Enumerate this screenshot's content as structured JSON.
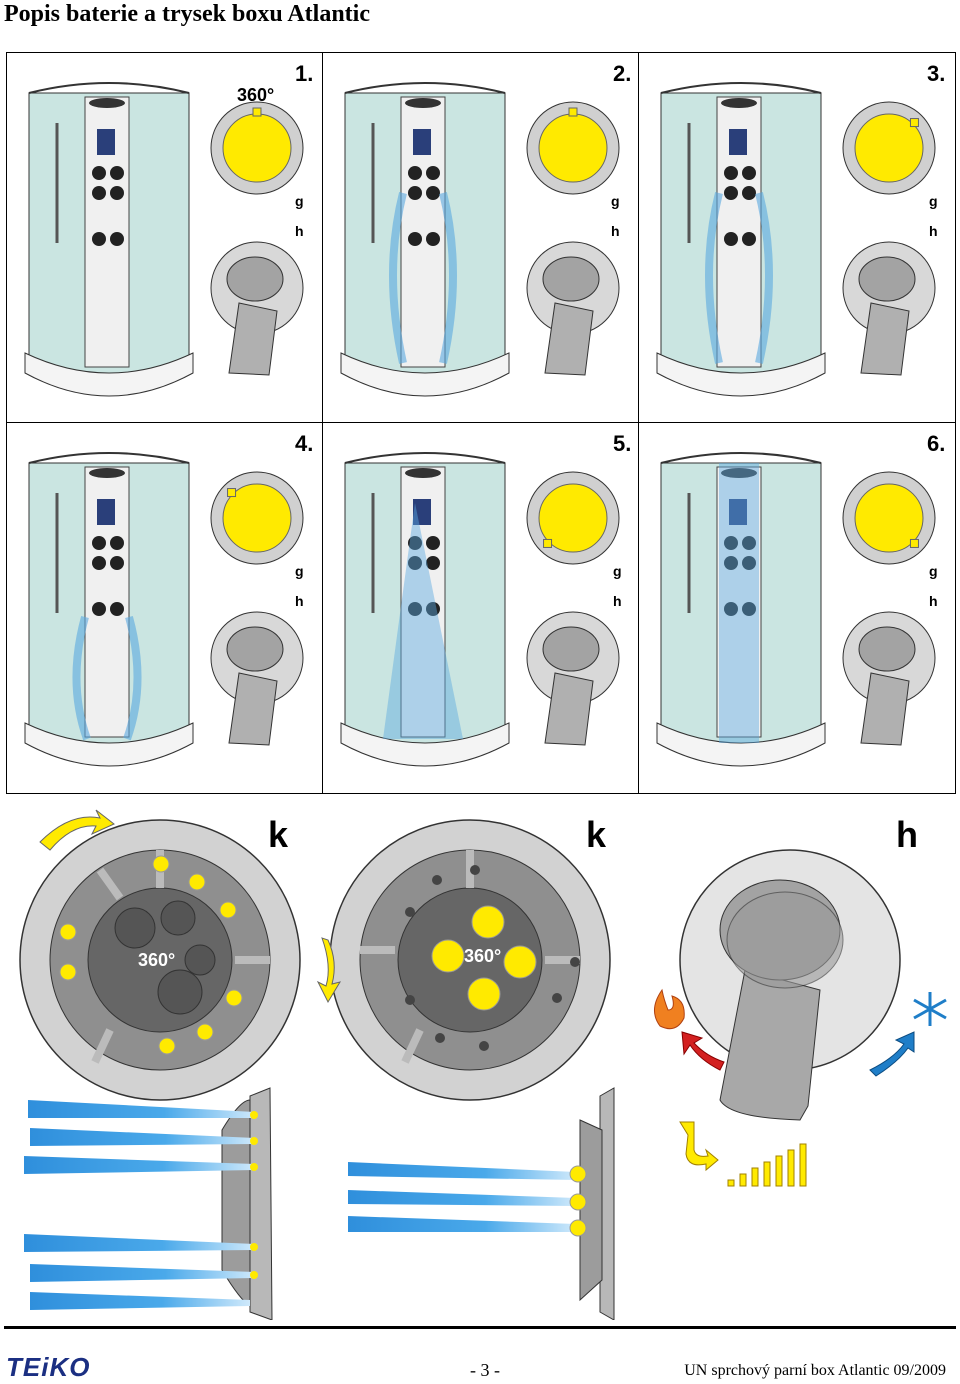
{
  "page_title": "Popis baterie a trysek boxu Atlantic",
  "panels": [
    {
      "number": "1.",
      "g": "g",
      "h": "h",
      "rotation": "360°"
    },
    {
      "number": "2.",
      "g": "g",
      "h": "h"
    },
    {
      "number": "3.",
      "g": "g",
      "h": "h"
    },
    {
      "number": "4.",
      "g": "g",
      "h": "h"
    },
    {
      "number": "5.",
      "g": "g",
      "h": "h"
    },
    {
      "number": "6.",
      "g": "g",
      "h": "h"
    }
  ],
  "detail": {
    "k1": "k",
    "k2": "k",
    "h": "h",
    "rotation1": "360°",
    "rotation2": "360°"
  },
  "footer": {
    "logo": "TEiKO",
    "page": "- 3 -",
    "doc": "UN sprchový parní box Atlantic  09/2009"
  },
  "colors": {
    "yellow": "#ffea00",
    "water": "#5aa8e0",
    "glass": "#9fd0c9",
    "knob_gray": "#9a9a9a",
    "arrow_red": "#d32020",
    "arrow_blue": "#1f7ec8"
  }
}
